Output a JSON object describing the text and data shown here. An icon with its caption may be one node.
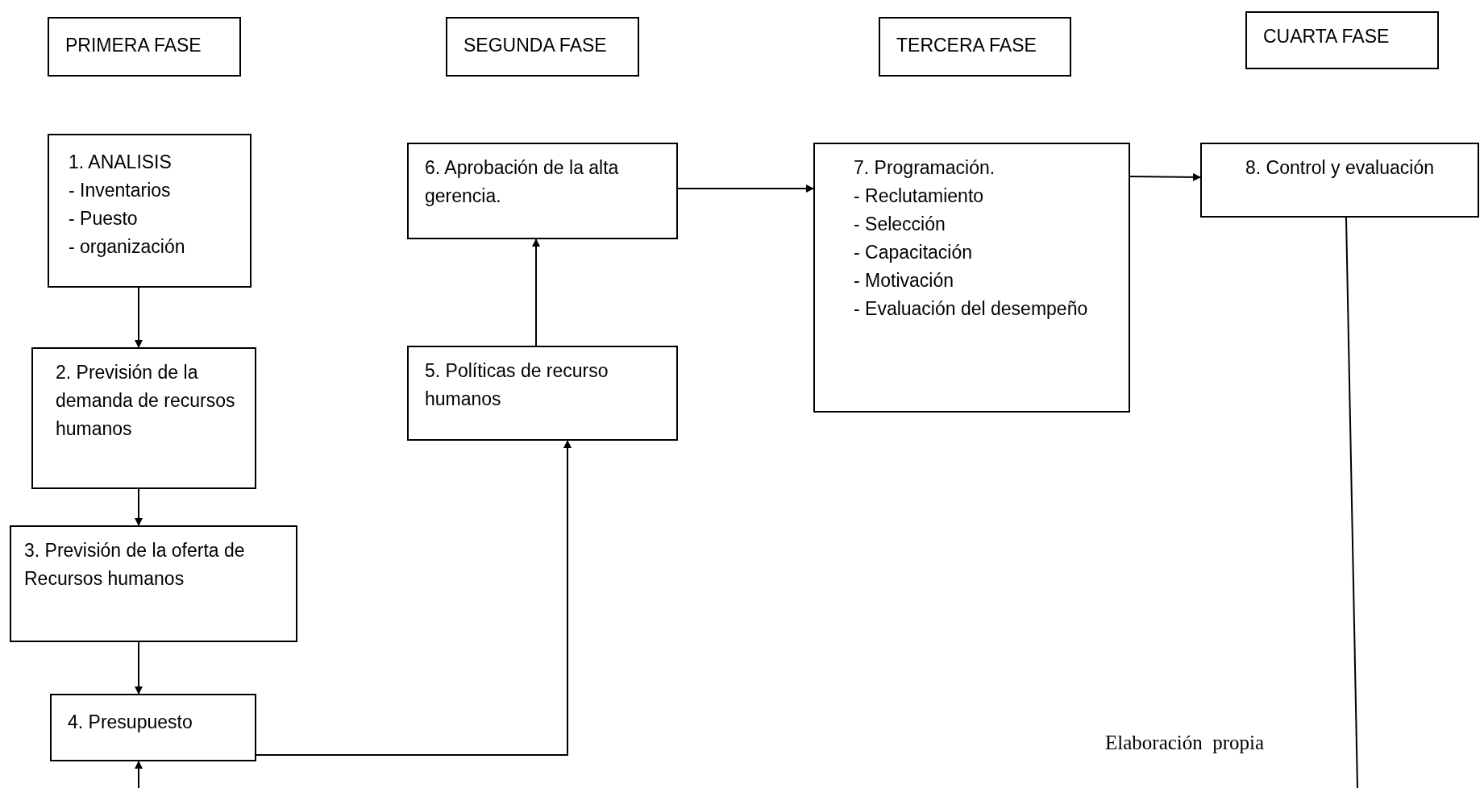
{
  "diagram": {
    "nodes": [
      {
        "text": [
          "PRIMERA FASE"
        ]
      },
      {
        "text": [
          "SEGUNDA  FASE"
        ]
      },
      {
        "text": [
          "TERCERA  FASE"
        ]
      },
      {
        "text": [
          "CUARTA FASE"
        ]
      },
      {
        "text": [
          "1. ANALISIS",
          "- Inventarios",
          "- Puesto",
          "- organización"
        ]
      },
      {
        "text": [
          "6. Aprobación de la alta gerencia."
        ]
      },
      {
        "text": [
          "7. Programación.",
          "- Reclutamiento",
          "- Selección",
          "- Capacitación",
          "- Motivación",
          "- Evaluación del desempeño"
        ]
      },
      {
        "text": [
          "8. Control y evaluación"
        ]
      },
      {
        "text": [
          "2. Previsión de la demanda de recursos humanos"
        ]
      },
      {
        "text": [
          "5. Políticas de recurso humanos"
        ]
      },
      {
        "text": [
          "3. Previsión de la oferta de Recursos humanos"
        ]
      },
      {
        "text": [
          "4. Presupuesto"
        ]
      }
    ],
    "edges": [
      {
        "from": 4,
        "to": 8,
        "arrow": "to"
      },
      {
        "from": 8,
        "to": 10,
        "arrow": "to"
      },
      {
        "from": 10,
        "to": 11,
        "arrow": "to"
      },
      {
        "from": 11,
        "to": 9,
        "arrow": "to"
      },
      {
        "from": 9,
        "to": 5,
        "arrow": "to"
      },
      {
        "from": 5,
        "to": 6,
        "arrow": "to"
      },
      {
        "from": 6,
        "to": 7,
        "arrow": "to"
      },
      {
        "from": null,
        "to": 11,
        "arrow": "to"
      },
      {
        "from": 7,
        "to": null,
        "arrow": "none"
      }
    ],
    "labels": [
      "Elaboración  propia"
    ]
  }
}
